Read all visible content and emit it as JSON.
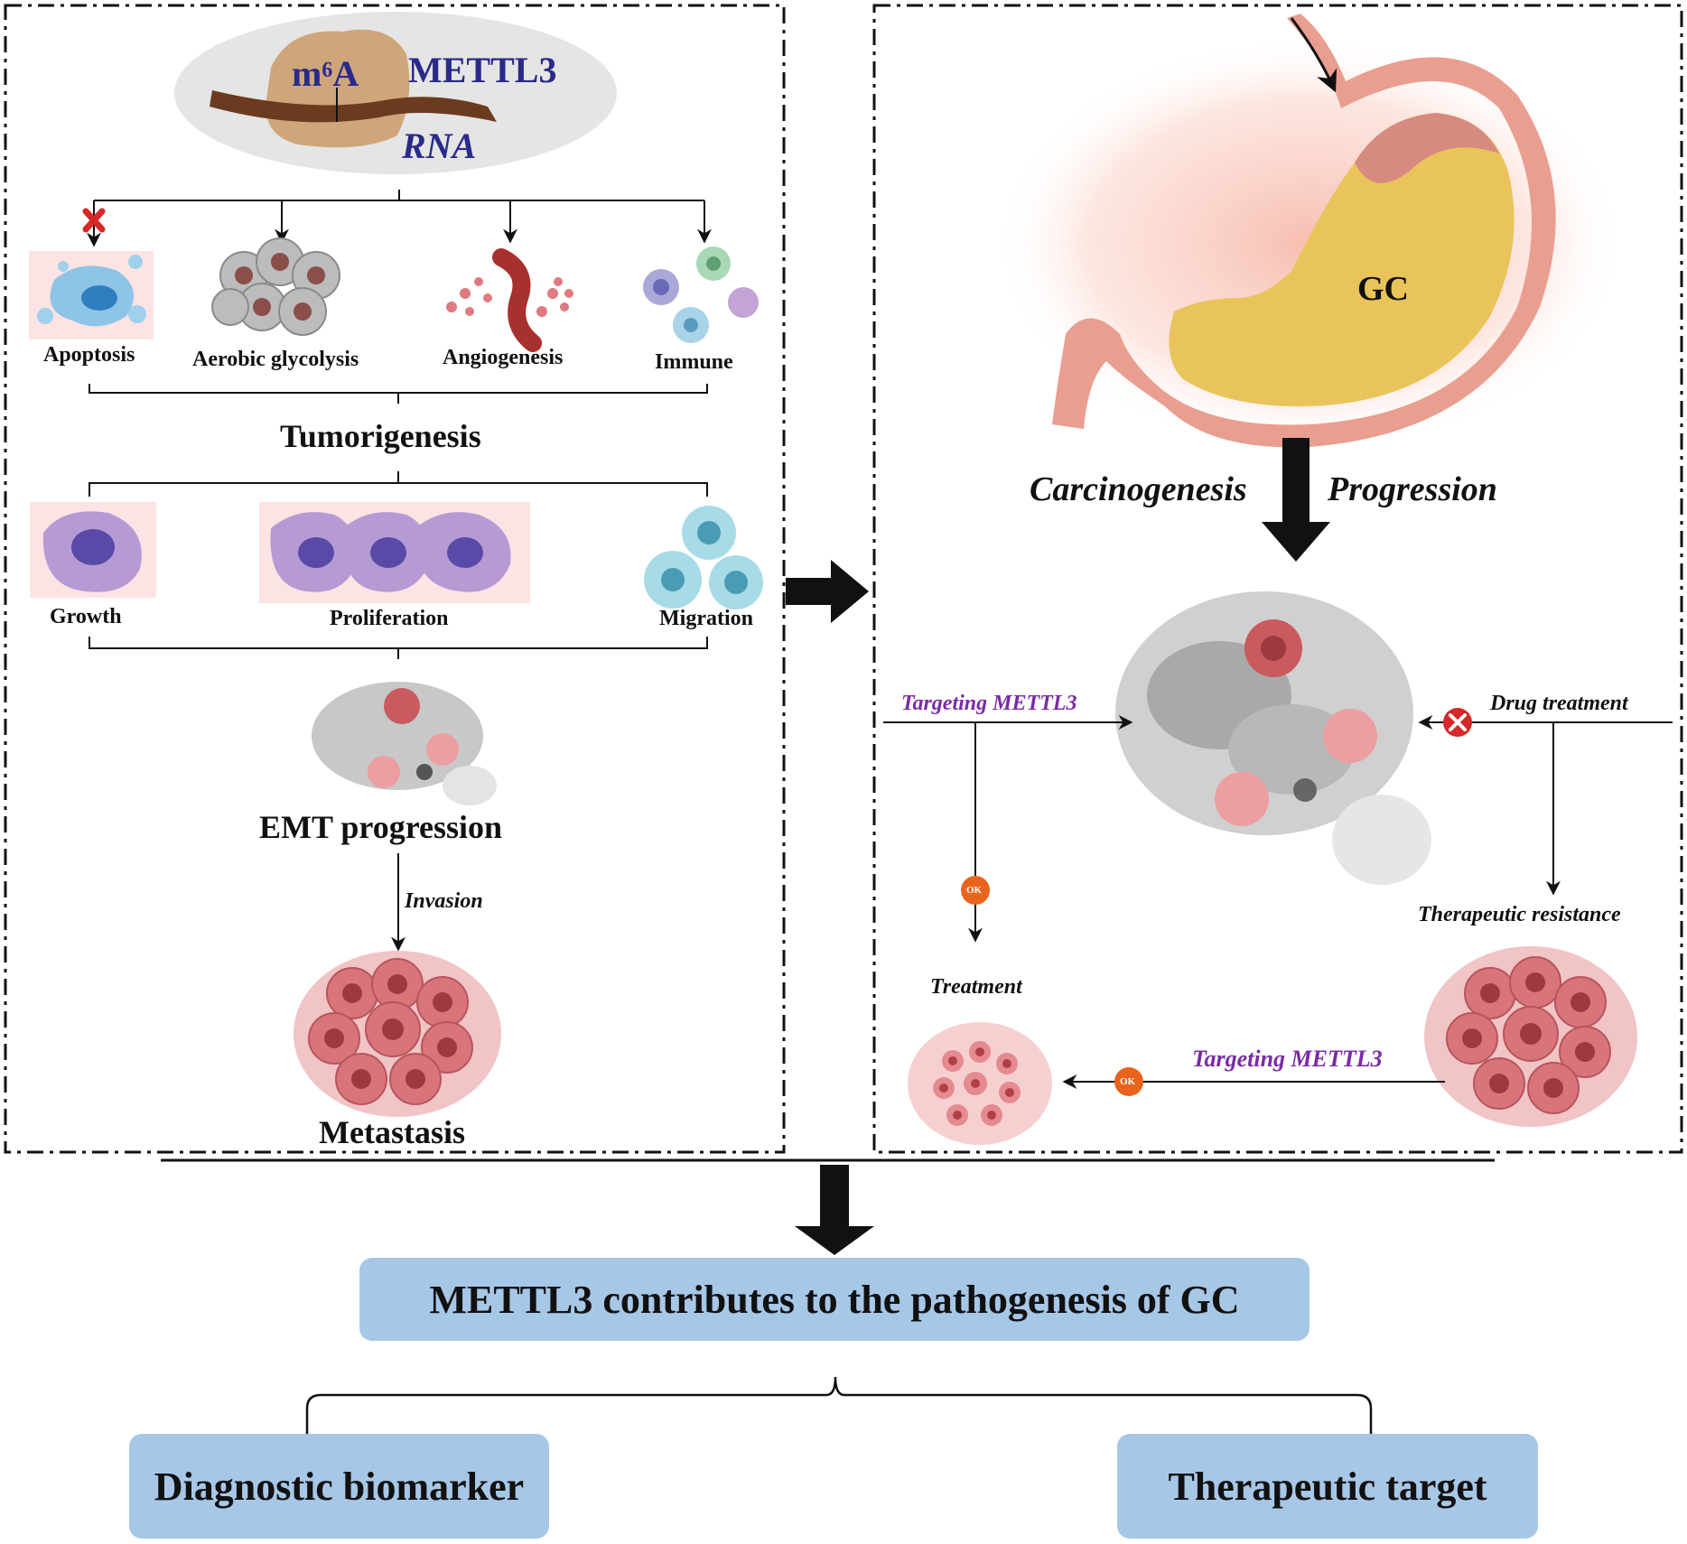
{
  "left_panel": {
    "m6a_label": "m⁶A",
    "enzyme_label": "METTL3",
    "rna_label": "RNA",
    "processes": [
      "Apoptosis",
      "Aerobic glycolysis",
      "Angiogenesis",
      "Immune"
    ],
    "tumorigenesis": "Tumorigenesis",
    "cell_behaviors": [
      "Growth",
      "Proliferation",
      "Migration"
    ],
    "emt": "EMT progression",
    "invasion": "Invasion",
    "metastasis": "Metastasis"
  },
  "right_panel": {
    "organ_label": "GC",
    "carcinogenesis": "Carcinogenesis",
    "progression": "Progression",
    "targeting_left": "Targeting METTL3",
    "drug_treatment": "Drug treatment",
    "ok_badge": "OK",
    "therapeutic_resistance": "Therapeutic resistance",
    "treatment": "Treatment",
    "targeting_bottom": "Targeting METTL3"
  },
  "summary": {
    "main": "METTL3 contributes to the pathogenesis of GC",
    "left": "Diagnostic biomarker",
    "right": "Therapeutic target"
  },
  "colors": {
    "box_blue": "#a7c7e7",
    "label_navy": "#2a2a8a",
    "targeting_purple": "#7a2aa6",
    "ok_orange": "#e8641c",
    "inhibit_red": "#d62828",
    "stomach_yellow": "#e9c45a"
  }
}
